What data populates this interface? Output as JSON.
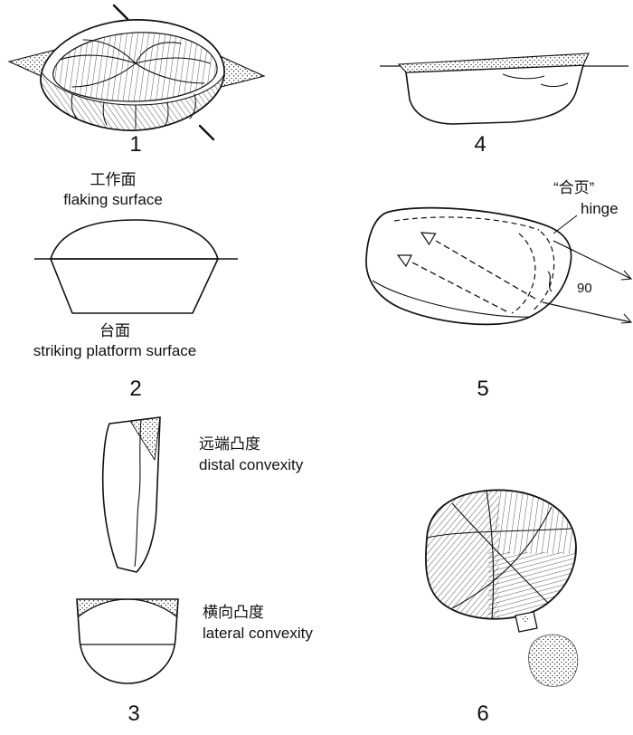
{
  "page": {
    "background": "#ffffff",
    "ink": "#111111"
  },
  "figures": {
    "f1": {
      "number": "1",
      "description": "core intersected by stippled plane"
    },
    "f2": {
      "number": "2",
      "flaking_zh": "工作面",
      "flaking_en": "flaking surface",
      "platform_zh": "台面",
      "platform_en": "striking platform surface"
    },
    "f3": {
      "number": "3",
      "distal_zh": "远端凸度",
      "distal_en": "distal convexity",
      "lateral_zh": "横向凸度",
      "lateral_en": "lateral convexity"
    },
    "f4": {
      "number": "4",
      "description": "platform cross-section with stippled band"
    },
    "f5": {
      "number": "5",
      "hinge_zh": "“合页”",
      "hinge_en": "hinge",
      "angle_deg": "90"
    },
    "f6": {
      "number": "6",
      "description": "hatched core with detached flake and stippled debris"
    }
  }
}
